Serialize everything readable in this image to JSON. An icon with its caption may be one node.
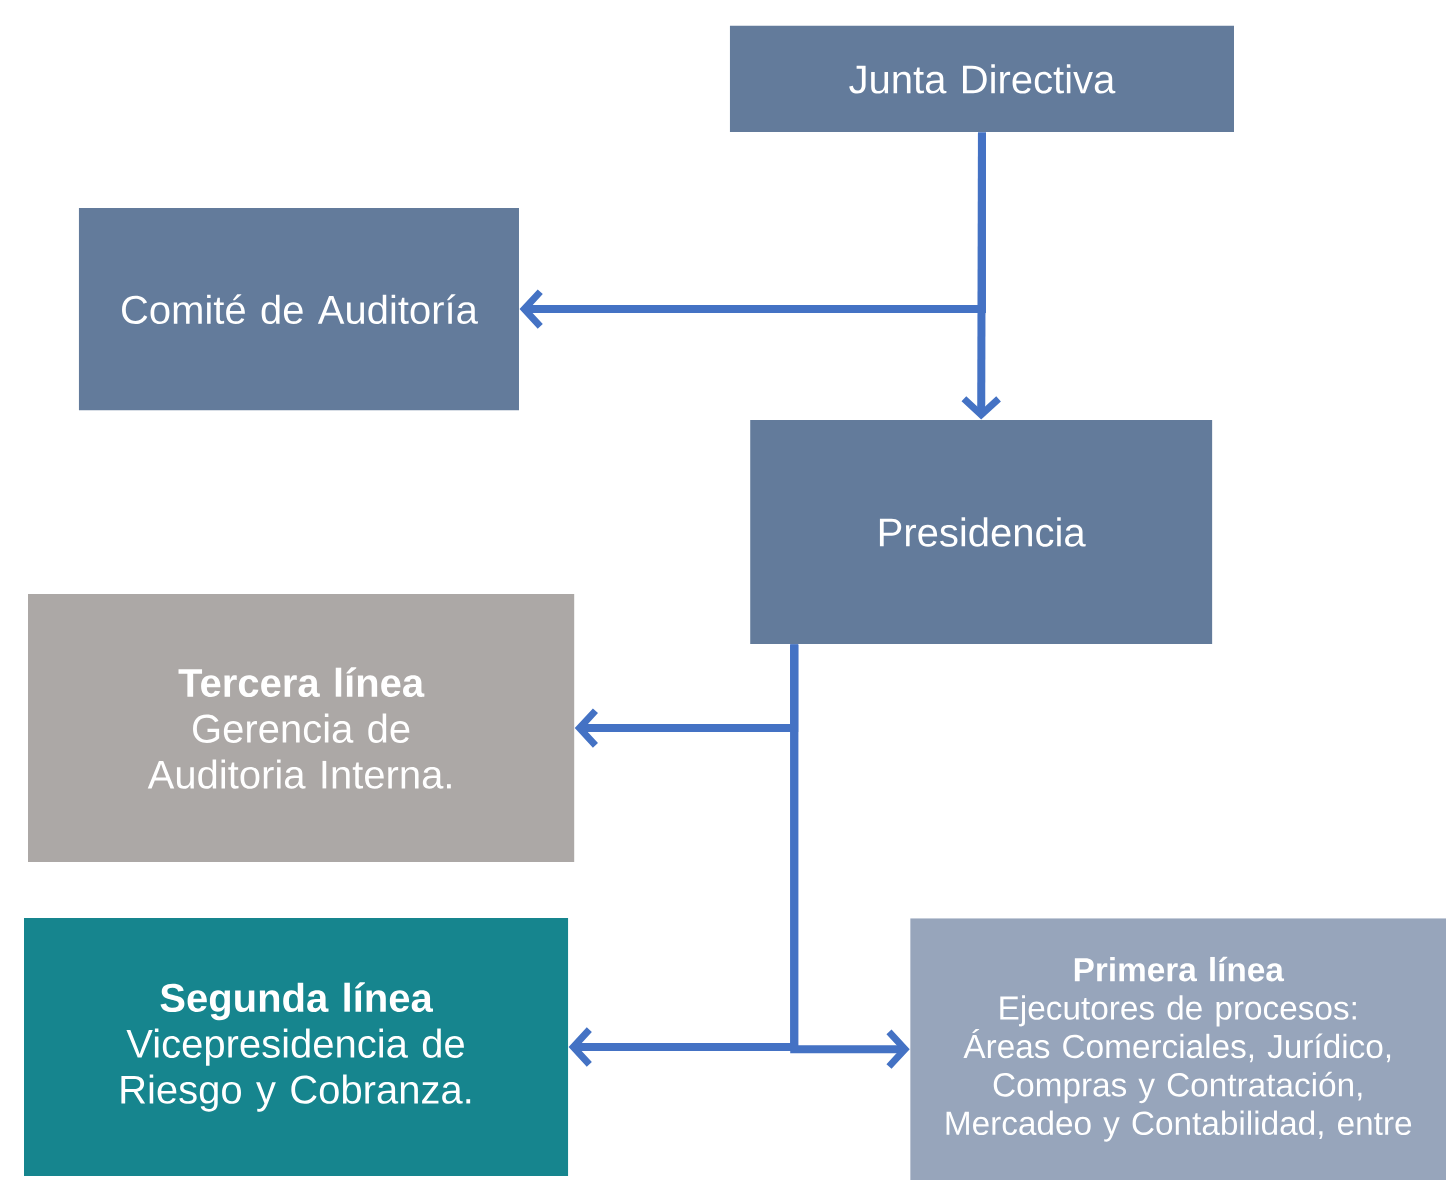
{
  "diagram": {
    "nodes": [
      {
        "text": [
          "Junta Directiva"
        ]
      },
      {
        "text": [
          "Comité de Auditoría"
        ]
      },
      {
        "text": [
          "Presidencia"
        ]
      },
      {
        "text": [
          "Tercera línea",
          "Gerencia de Auditoria Interna."
        ]
      },
      {
        "text": [
          "Segunda línea",
          "Vicepresidencia de Riesgo y Cobranza."
        ]
      },
      {
        "text": [
          "Primera línea",
          "Ejecutores de procesos: Áreas Comerciales, Jurídico, Compras y Contratación, Mercadeo y Contabilidad, entre"
        ]
      }
    ],
    "edges": [
      {
        "from": 0,
        "to": 2,
        "arrow": "to"
      },
      {
        "from": 0,
        "to": 1,
        "arrow": "to"
      },
      {
        "from": 2,
        "to": 3,
        "arrow": "to"
      },
      {
        "from": 2,
        "to": 4,
        "arrow": "to"
      },
      {
        "from": 2,
        "to": 5,
        "arrow": "to"
      }
    ]
  }
}
